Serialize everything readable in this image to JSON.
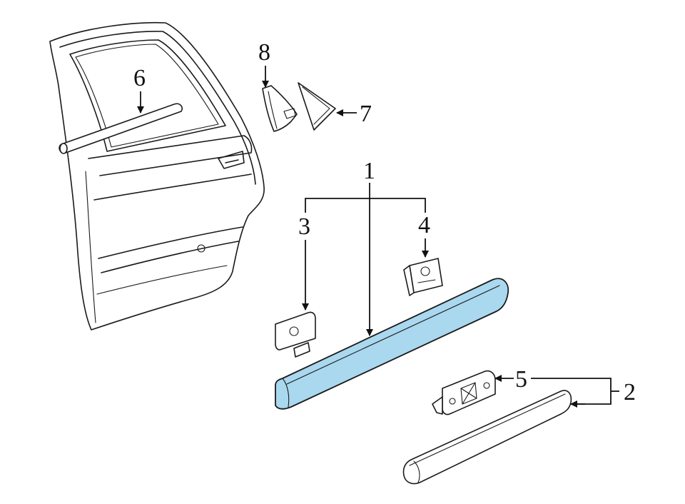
{
  "diagram": {
    "highlight_color": "#a9d8ef",
    "line_color": "#1a1a1a",
    "callouts": [
      {
        "id": "c1",
        "label": "1"
      },
      {
        "id": "c2",
        "label": "2"
      },
      {
        "id": "c3",
        "label": "3"
      },
      {
        "id": "c4",
        "label": "4"
      },
      {
        "id": "c5",
        "label": "5"
      },
      {
        "id": "c6",
        "label": "6"
      },
      {
        "id": "c7",
        "label": "7"
      },
      {
        "id": "c8",
        "label": "8"
      }
    ]
  }
}
